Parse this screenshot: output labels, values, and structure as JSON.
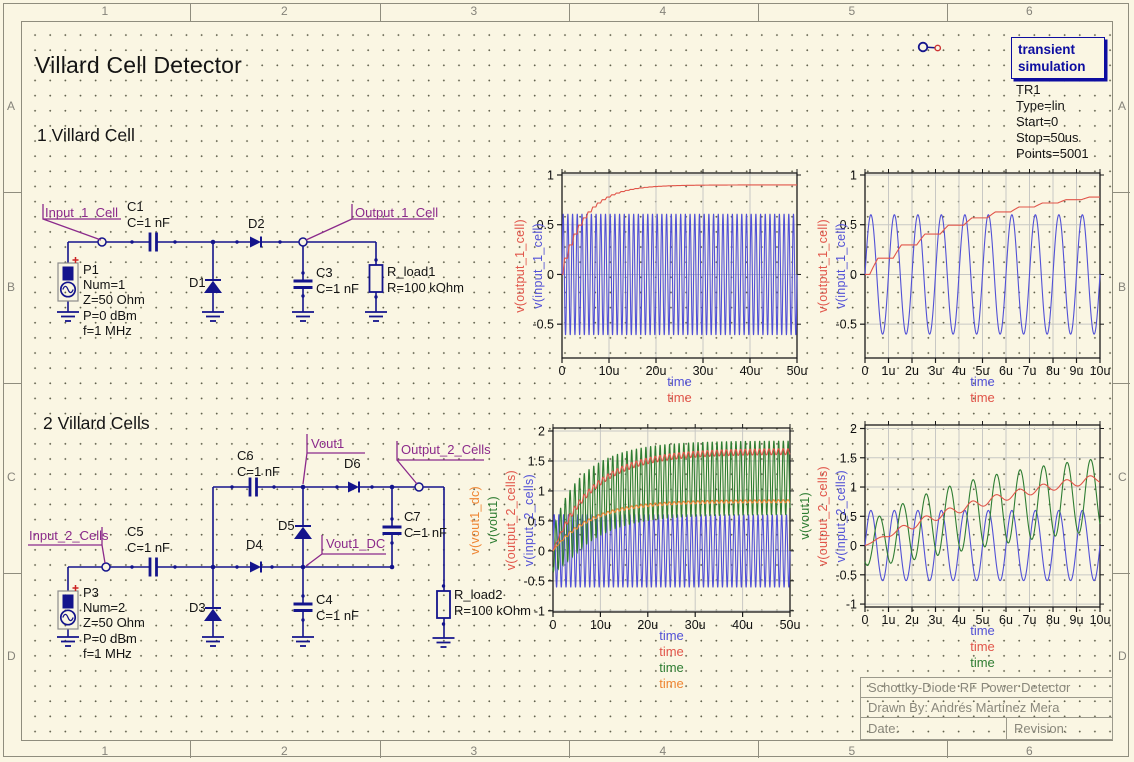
{
  "title": "Villard Cell Detector",
  "frame": {
    "column_numbers": [
      "1",
      "2",
      "3",
      "4",
      "5",
      "6"
    ],
    "row_letters": [
      "A",
      "B",
      "C",
      "D"
    ]
  },
  "circuit1": {
    "heading": "1 Villard Cell",
    "net_input": "Input_1_Cell",
    "net_output": "Output_1_Cell",
    "p1": [
      "P1",
      "Num=1",
      "Z=50 Ohm",
      "P=0 dBm",
      "f=1 MHz"
    ],
    "c1": [
      "C1",
      "C=1 nF"
    ],
    "d1": "D1",
    "d2": "D2",
    "c3": [
      "C3",
      "C=1 nF"
    ],
    "r_load1": [
      "R_load1",
      "R=100 kOhm"
    ]
  },
  "circuit2": {
    "heading": "2 Villard Cells",
    "net_input": "Input_2_Cells",
    "net_output": "Output_2_Cells",
    "net_vout1": "Vout1",
    "net_vout1_dc": "Vout1_DC",
    "p3": [
      "P3",
      "Num=2",
      "Z=50 Ohm",
      "P=0 dBm",
      "f=1 MHz"
    ],
    "c5": [
      "C5",
      "C=1 nF"
    ],
    "c6": [
      "C6",
      "C=1 nF"
    ],
    "c7": [
      "C7",
      "C=1 nF"
    ],
    "c4": [
      "C4",
      "C=1 nF"
    ],
    "d3": "D3",
    "d4": "D4",
    "d5": "D5",
    "d6": "D6",
    "r_load2": [
      "R_load2",
      "R=100 kOhm"
    ]
  },
  "simulation": {
    "box_lines": [
      "transient",
      "simulation"
    ],
    "params": [
      "TR1",
      "Type=lin",
      "Start=0",
      "Stop=50us",
      "Points=5001"
    ]
  },
  "title_block": {
    "doc_title": "Schottky-Diode RF Power Detector",
    "drawn_by": "Drawn By: Andrés Martínez Mera",
    "date_label": "Date:",
    "revision_label": "Revision:"
  },
  "colors": {
    "wire": "#14148c",
    "net_label": "#8b2a8b",
    "sim_box": "#0d0da0",
    "curve_blue": "#5251d6",
    "curve_red": "#e1554a",
    "curve_green": "#2e7d32",
    "curve_orange": "#ef8633",
    "grid": "#c8c8c4",
    "axis": "#1a1a1a",
    "frame_text": "#85837a",
    "title_block_text": "#8a887c"
  },
  "chart_data": [
    {
      "id": "cell1_full",
      "type": "line",
      "x_unit": "us",
      "xlim": [
        0,
        50
      ],
      "ylim": [
        -0.84,
        1.02
      ],
      "x_ticks": [
        0,
        10,
        20,
        30,
        40,
        50
      ],
      "x_tick_labels": [
        "0",
        "10u",
        "20u",
        "30u",
        "40u",
        "50u"
      ],
      "y_ticks": [
        1,
        0.5,
        0,
        -0.5
      ],
      "y_tick_labels": [
        "1",
        "0.5",
        "0",
        "-0.5"
      ],
      "y_axis_labels": [
        {
          "text": "v(output_1_cell)",
          "color": "#e1554a"
        },
        {
          "text": "v(input_1_cell)",
          "color": "#5251d6"
        }
      ],
      "x_axis_labels": [
        {
          "text": "time",
          "color": "#5251d6"
        },
        {
          "text": "time",
          "color": "#e1554a"
        }
      ],
      "series": [
        {
          "name": "v(input_1_cell)",
          "color": "#5251d6",
          "model": {
            "kind": "sine",
            "amplitude": 0.61,
            "period_us": 1,
            "phase_rad": 0,
            "offset": 0
          }
        },
        {
          "name": "v(output_1_cell)",
          "color": "#e1554a",
          "model": {
            "kind": "detector_stair",
            "v_final": 0.9,
            "tau_us": 5,
            "period_us": 1
          }
        }
      ]
    },
    {
      "id": "cell1_zoom",
      "type": "line",
      "x_unit": "us",
      "xlim": [
        0,
        10
      ],
      "ylim": [
        -0.84,
        1.02
      ],
      "x_ticks": [
        0,
        1,
        2,
        3,
        4,
        5,
        6,
        7,
        8,
        9,
        10
      ],
      "x_tick_labels": [
        "0",
        "1u",
        "2u",
        "3u",
        "4u",
        "5u",
        "6u",
        "7u",
        "8u",
        "9u",
        "10u"
      ],
      "y_ticks": [
        1,
        0.5,
        0,
        -0.5
      ],
      "y_tick_labels": [
        "1",
        "0.5",
        "0",
        "-0.5"
      ],
      "y_axis_labels": [
        {
          "text": "v(output_1_cell)",
          "color": "#e1554a"
        },
        {
          "text": "v(input_1_cell)",
          "color": "#5251d6"
        }
      ],
      "x_axis_labels": [
        {
          "text": "time",
          "color": "#5251d6"
        },
        {
          "text": "time",
          "color": "#e1554a"
        }
      ],
      "series": [
        {
          "name": "v(input_1_cell)",
          "color": "#5251d6",
          "model": {
            "kind": "sine",
            "amplitude": 0.6,
            "period_us": 1,
            "phase_rad": 0,
            "offset": 0
          }
        },
        {
          "name": "v(output_1_cell)",
          "color": "#e1554a",
          "model": {
            "kind": "detector_stair",
            "v_final": 0.9,
            "tau_us": 5,
            "period_us": 1
          }
        }
      ]
    },
    {
      "id": "cells2_full",
      "type": "line",
      "x_unit": "us",
      "xlim": [
        0,
        50
      ],
      "ylim": [
        -1.02,
        2.05
      ],
      "x_ticks": [
        0,
        10,
        20,
        30,
        40,
        50
      ],
      "x_tick_labels": [
        "0",
        "10u",
        "20u",
        "30u",
        "40u",
        "50u"
      ],
      "y_ticks": [
        2,
        1.5,
        1,
        0.5,
        0,
        -0.5,
        -1
      ],
      "y_tick_labels": [
        "2",
        "1.5",
        "1",
        "0.5",
        "0",
        "-0.5",
        "-1"
      ],
      "y_axis_labels": [
        {
          "text": "v(vout1_dc)",
          "color": "#ef8633"
        },
        {
          "text": "v(vout1)",
          "color": "#2e7d32"
        },
        {
          "text": "v(output_2_cells)",
          "color": "#e1554a"
        },
        {
          "text": "v(input_2_cells)",
          "color": "#5251d6"
        }
      ],
      "x_axis_labels": [
        {
          "text": "time",
          "color": "#5251d6"
        },
        {
          "text": "time",
          "color": "#e1554a"
        },
        {
          "text": "time",
          "color": "#2e7d32"
        },
        {
          "text": "time",
          "color": "#ef8633"
        }
      ],
      "series": [
        {
          "name": "v(input_2_cells)",
          "color": "#5251d6",
          "model": {
            "kind": "sine",
            "amplitude": 0.61,
            "period_us": 1,
            "phase_rad": 0,
            "offset": 0
          }
        },
        {
          "name": "v(vout1)",
          "color": "#2e7d32",
          "model": {
            "kind": "riding_sine",
            "v_mean": 1.22,
            "tau_us": 8,
            "amplitude": 0.62,
            "amp_dip": 0.45,
            "amp_tau_us": 2,
            "period_us": 1,
            "phase_rad": -2.2
          }
        },
        {
          "name": "v(output_2_cells)",
          "color": "#e1554a",
          "model": {
            "kind": "charge_ripple",
            "v_final": 1.66,
            "tau_us": 8.5,
            "ripple": 0.05,
            "ripple_ramp_us": 3,
            "period_us": 1,
            "phase_rad": -2.0
          }
        },
        {
          "name": "v(vout1_dc)",
          "color": "#ef8633",
          "model": {
            "kind": "charge_ripple",
            "v_final": 0.83,
            "tau_us": 8,
            "ripple": 0.025,
            "ripple_ramp_us": 3,
            "period_us": 1,
            "phase_rad": -2.0
          }
        }
      ]
    },
    {
      "id": "cells2_zoom",
      "type": "line",
      "x_unit": "us",
      "xlim": [
        0,
        10
      ],
      "ylim": [
        -1.05,
        2.06
      ],
      "x_ticks": [
        0,
        1,
        2,
        3,
        4,
        5,
        6,
        7,
        8,
        9,
        10
      ],
      "x_tick_labels": [
        "0",
        "1u",
        "2u",
        "3u",
        "4u",
        "5u",
        "6u",
        "7u",
        "8u",
        "9u",
        "10u"
      ],
      "y_ticks": [
        2,
        1.5,
        1,
        0.5,
        0,
        -0.5,
        -1
      ],
      "y_tick_labels": [
        "2",
        "1.5",
        "1",
        "0.5",
        "0",
        "-0.5",
        "-1"
      ],
      "y_axis_labels": [
        {
          "text": "v(vout1)",
          "color": "#2e7d32"
        },
        {
          "text": "v(output_2_cells)",
          "color": "#e1554a"
        },
        {
          "text": "v(input_2_cells)",
          "color": "#5251d6"
        }
      ],
      "x_axis_labels": [
        {
          "text": "time",
          "color": "#5251d6"
        },
        {
          "text": "time",
          "color": "#e1554a"
        },
        {
          "text": "time",
          "color": "#2e7d32"
        }
      ],
      "series": [
        {
          "name": "v(input_2_cells)",
          "color": "#5251d6",
          "model": {
            "kind": "sine",
            "amplitude": 0.6,
            "period_us": 1,
            "phase_rad": 0,
            "offset": 0
          }
        },
        {
          "name": "v(vout1)",
          "color": "#2e7d32",
          "model": {
            "kind": "riding_sine",
            "v_mean": 1.22,
            "tau_us": 8,
            "amplitude": 0.62,
            "amp_dip": 0.45,
            "amp_tau_us": 2,
            "period_us": 1,
            "phase_rad": -2.2
          }
        },
        {
          "name": "v(output_2_cells)",
          "color": "#e1554a",
          "model": {
            "kind": "charge_ripple",
            "v_final": 1.66,
            "tau_us": 8.5,
            "ripple": 0.07,
            "ripple_ramp_us": 2,
            "period_us": 1,
            "phase_rad": -2.0
          }
        }
      ]
    }
  ]
}
